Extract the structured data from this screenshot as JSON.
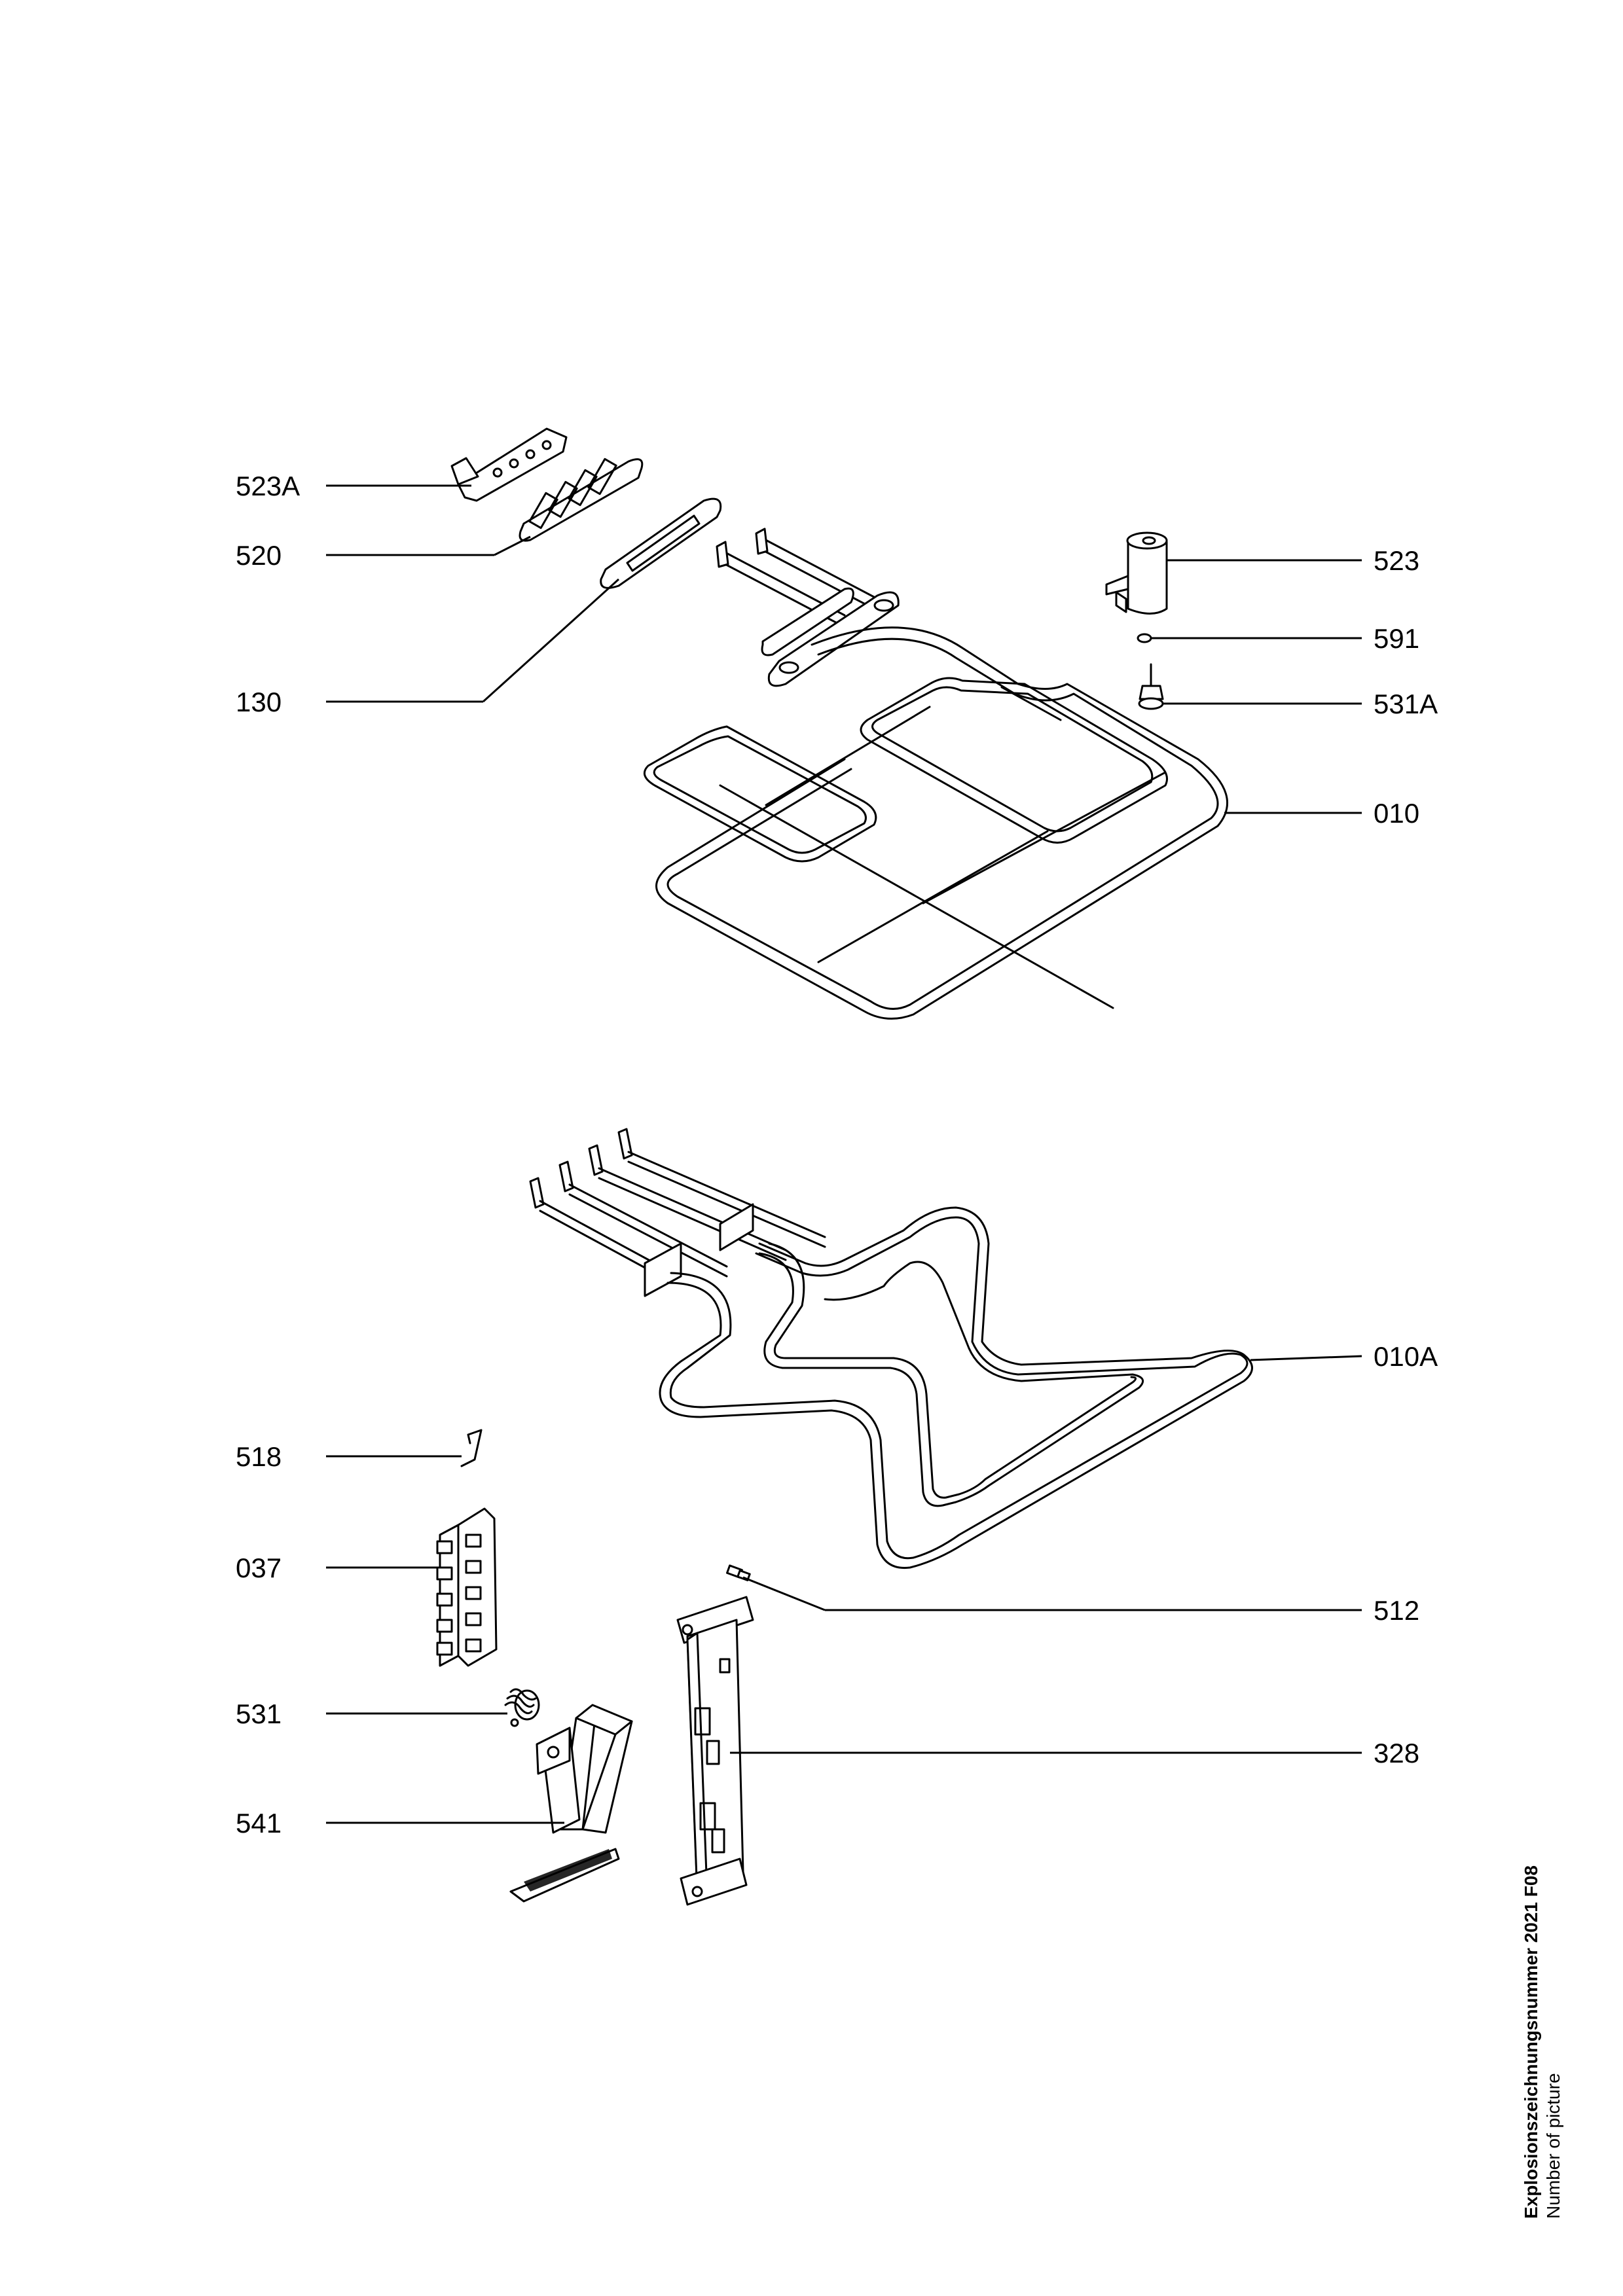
{
  "labels": {
    "p523A": "523A",
    "p520": "520",
    "p130": "130",
    "p523": "523",
    "p591": "591",
    "p531A": "531A",
    "p010": "010",
    "p010A": "010A",
    "p518": "518",
    "p037": "037",
    "p512": "512",
    "p531": "531",
    "p328": "328",
    "p541": "541"
  },
  "footer": {
    "line1": "Explosionszeichnungsnummer 2021 F08",
    "line2": "Number of picture"
  }
}
